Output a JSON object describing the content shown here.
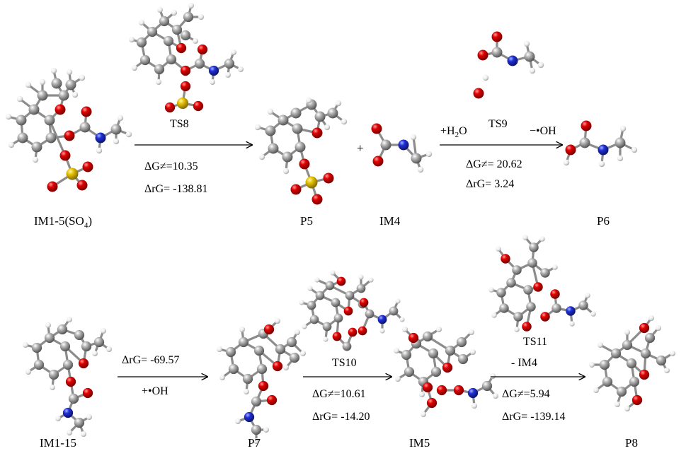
{
  "atom_colors": {
    "C": "#8a8a8a",
    "H": "#f2f2f2",
    "O": "#e00000",
    "N": "#1f2fd6",
    "S": "#e6c200"
  },
  "labels": {
    "im1_5_base": "IM1-5(SO",
    "im1_5_sub": "4",
    "im1_5_close": ")",
    "p5": "P5",
    "im4": "IM4",
    "p6": "P6",
    "im1_15": "IM1-15",
    "p7": "P7",
    "im5": "IM5",
    "p8": "P8"
  },
  "transition_states": {
    "ts8": "TS8",
    "ts9": "TS9",
    "ts10": "TS10",
    "ts11": "TS11"
  },
  "step1": {
    "dg": "ΔG≠=10.35",
    "drg": "ΔrG= -138.81"
  },
  "plus_sign": "+",
  "step2": {
    "reagent_base": "+H",
    "reagent_sub": "2",
    "reagent_end": "O",
    "byproduct": "−•OH",
    "dg": "ΔG≠= 20.62",
    "drg": "ΔrG= 3.24"
  },
  "step3": {
    "drg": "ΔrG= -69.57",
    "reagent": "+•OH"
  },
  "step4": {
    "dg": "ΔG≠=10.61",
    "drg": "ΔrG= -14.20"
  },
  "step5": {
    "byproduct": "- IM4",
    "dg": "ΔG≠=5.94",
    "drg": "ΔrG= -139.14"
  }
}
